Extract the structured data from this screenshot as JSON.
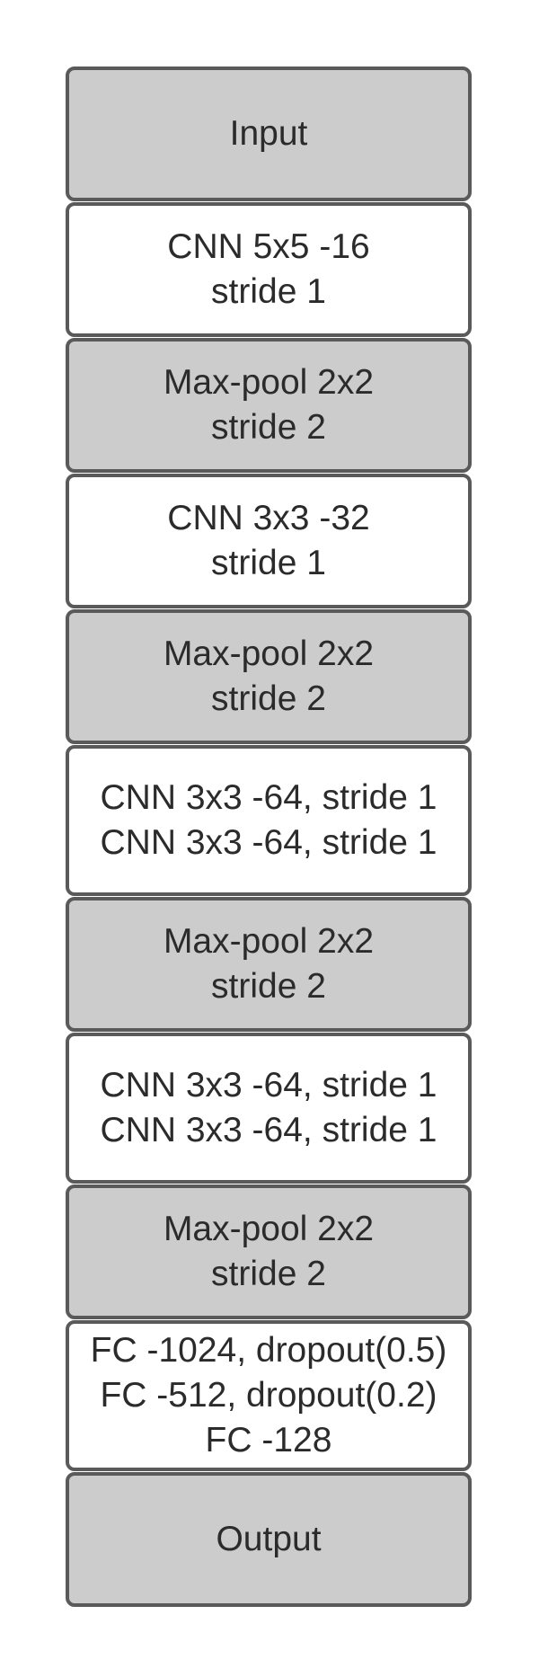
{
  "diagram": {
    "blocks": [
      {
        "fill": "#cccccc",
        "lines": [
          "Input"
        ]
      },
      {
        "fill": "#ffffff",
        "lines": [
          "CNN 5x5 -16",
          "stride 1"
        ]
      },
      {
        "fill": "#cccccc",
        "lines": [
          "Max-pool 2x2",
          "stride 2"
        ]
      },
      {
        "fill": "#ffffff",
        "lines": [
          "CNN 3x3 -32",
          "stride 1"
        ]
      },
      {
        "fill": "#cccccc",
        "lines": [
          "Max-pool 2x2",
          "stride 2"
        ]
      },
      {
        "fill": "#ffffff",
        "lines": [
          "CNN 3x3 -64, stride 1",
          "CNN 3x3 -64, stride 1"
        ]
      },
      {
        "fill": "#cccccc",
        "lines": [
          "Max-pool 2x2",
          "stride 2"
        ]
      },
      {
        "fill": "#ffffff",
        "lines": [
          "CNN 3x3 -64, stride 1",
          "CNN 3x3 -64, stride 1"
        ]
      },
      {
        "fill": "#cccccc",
        "lines": [
          "Max-pool 2x2",
          "stride 2"
        ]
      },
      {
        "fill": "#ffffff",
        "lines": [
          "FC -1024, dropout(0.5)",
          "FC -512, dropout(0.2)",
          "FC -128"
        ]
      },
      {
        "fill": "#cccccc",
        "lines": [
          "Output"
        ]
      }
    ]
  }
}
